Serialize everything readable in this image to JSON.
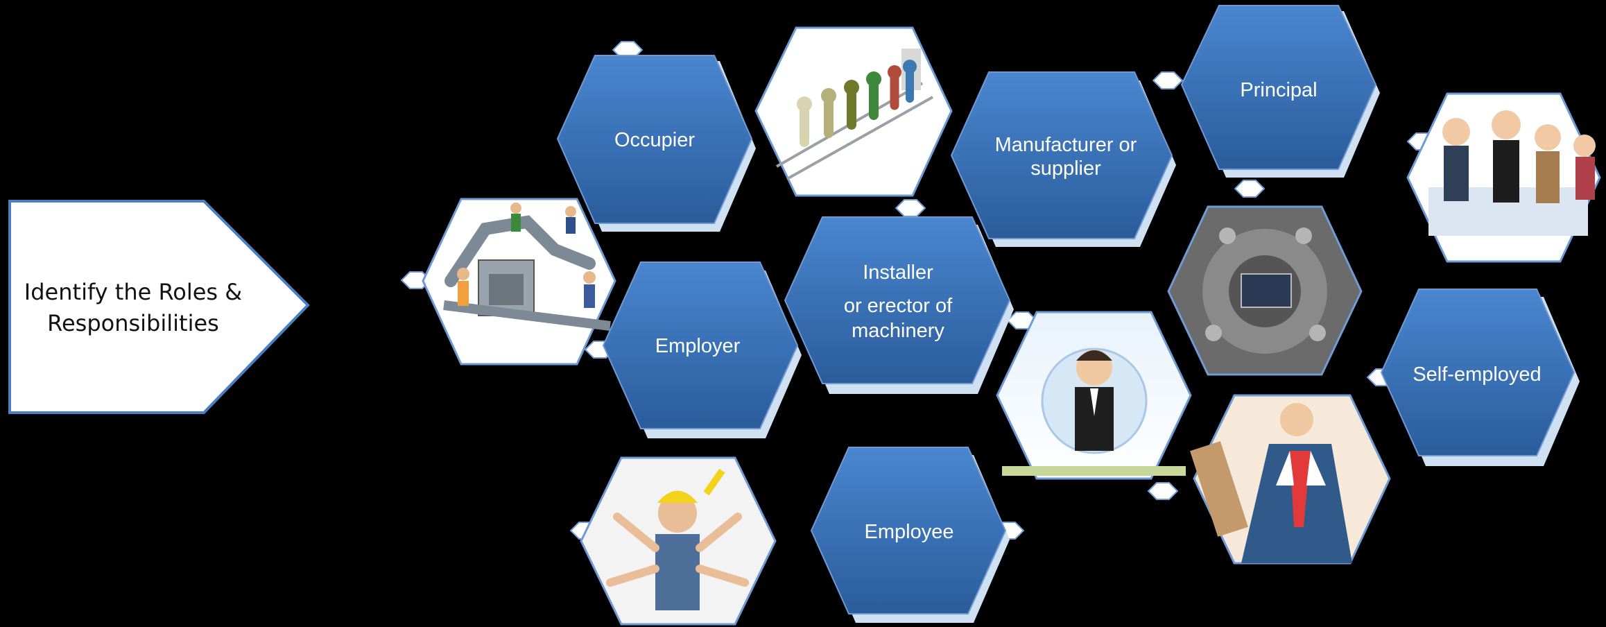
{
  "title_arrow": {
    "line1": "Identify the Roles &",
    "line2": "Responsibilities"
  },
  "roles": {
    "occupier": "Occupier",
    "employer": "Employer",
    "employee": "Employee",
    "installer_line1": "Installer",
    "installer_line2": "or erector of",
    "installer_line3": "machinery",
    "manufacturer_line1": "Manufacturer or",
    "manufacturer_line2": "supplier",
    "principal": "Principal",
    "self_employed": "Self-employed"
  },
  "colors": {
    "hex_blue": "#3a70b8",
    "hex_blue_dark": "#2a5a98",
    "hex_shadow": "#cfe0f2",
    "outline": "#6f9ad4",
    "background": "#000000",
    "arrow_fill": "#ffffff"
  },
  "picture_hexes": [
    "assembly-line-workers-image",
    "people-walking-on-path-image",
    "business-team-image",
    "multitasking-worker-image",
    "businessman-network-image",
    "machinery-control-panel-image",
    "business-woman-clipboard-image"
  ]
}
